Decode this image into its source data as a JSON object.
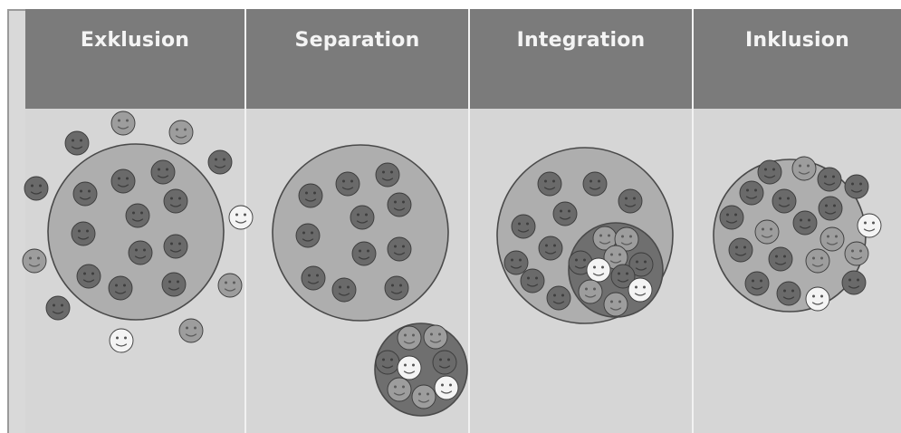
{
  "columns": [
    {
      "title": "Exklusion"
    },
    {
      "title": "Separation"
    },
    {
      "title": "Integration"
    },
    {
      "title": "Inklusion"
    }
  ],
  "colors": {
    "header": "#7b7b7b",
    "body": "#d6d6d6",
    "circle_fill": "#aeaeae",
    "group_fill": "#6f6f6f",
    "face_dark": "#6a6a6a",
    "face_medium": "#9d9d9d",
    "face_light": "#f4f4f4"
  },
  "icons": {
    "face": "smiley-face-icon"
  }
}
